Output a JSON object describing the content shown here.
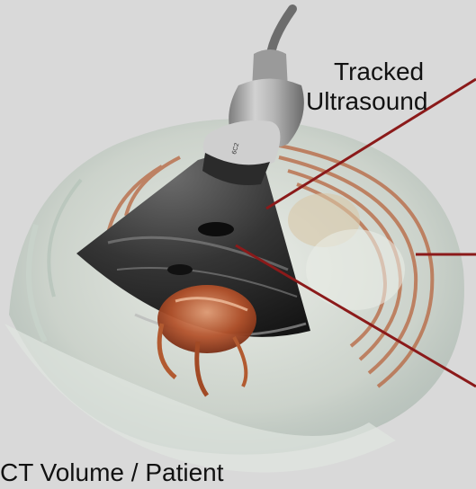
{
  "labels": {
    "tracked_line1": "Tracked",
    "tracked_line2": "Ultrasound",
    "ct_volume": "CT Volume / Patient"
  },
  "probe": {
    "engraving": "6C2"
  },
  "colors": {
    "background": "#d9d9d9",
    "pointer_lines": "#8b1a1a",
    "text": "#111111"
  }
}
